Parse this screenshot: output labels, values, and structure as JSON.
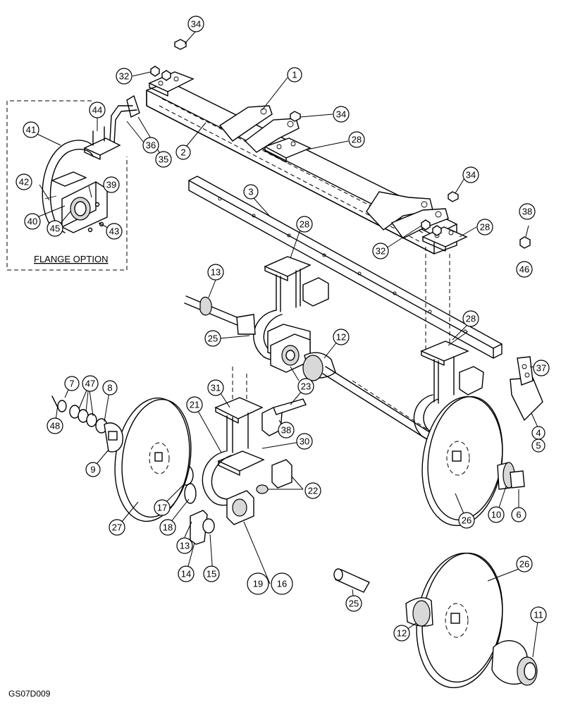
{
  "drawing_code": "GS07D009",
  "flange_option_label": "FLANGE OPTION",
  "callouts": {
    "c1": "1",
    "c2": "2",
    "c3": "3",
    "c4": "4",
    "c5": "5",
    "c6": "6",
    "c7": "7",
    "c8": "8",
    "c9": "9",
    "c10": "10",
    "c11": "11",
    "c12a": "12",
    "c12b": "12",
    "c13a": "13",
    "c13b": "13",
    "c14": "14",
    "c15": "15",
    "c16": "16",
    "c17": "17",
    "c18": "18",
    "c19": "19",
    "c21": "21",
    "c22": "22",
    "c23": "23",
    "c25a": "25",
    "c25b": "25",
    "c26a": "26",
    "c26b": "26",
    "c27": "27",
    "c28a": "28",
    "c28b": "28",
    "c28c": "28",
    "c28d": "28",
    "c30": "30",
    "c31": "31",
    "c32a": "32",
    "c32b": "32",
    "c34a": "34",
    "c34b": "34",
    "c34c": "34",
    "c35": "35",
    "c36": "36",
    "c37": "37",
    "c38a": "38",
    "c38b": "38",
    "c39": "39",
    "c40": "40",
    "c41": "41",
    "c42": "42",
    "c43": "43",
    "c44": "44",
    "c45": "45",
    "c46": "46",
    "c47": "47",
    "c48": "48"
  }
}
